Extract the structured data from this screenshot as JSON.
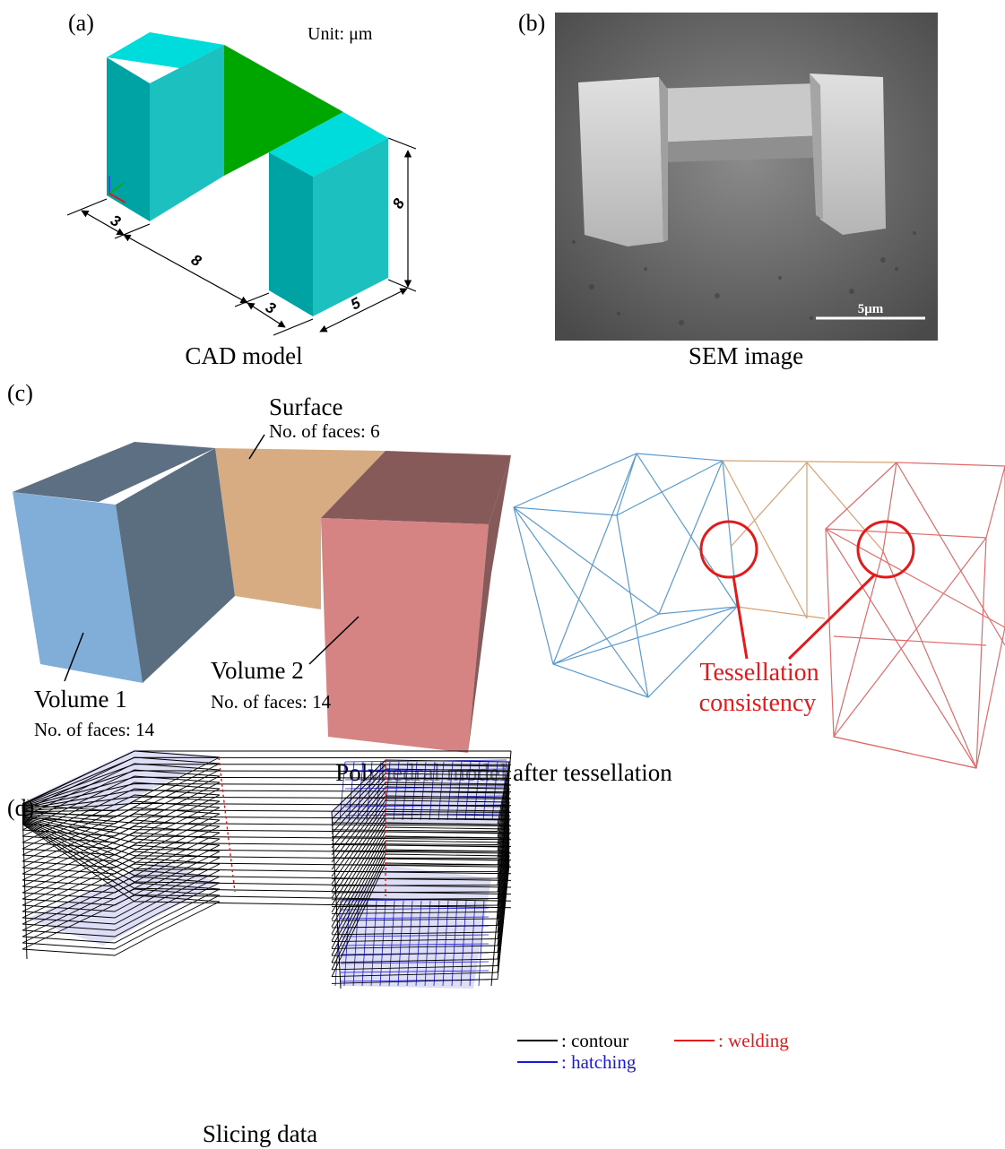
{
  "panels": {
    "a": {
      "label": "(a)",
      "caption": "CAD model",
      "unit": "Unit: μm",
      "dims": {
        "pillar_width_1": "3",
        "gap": "8",
        "pillar_width_2": "3",
        "depth": "5",
        "height": "8"
      }
    },
    "b": {
      "label": "(b)",
      "caption": "SEM image",
      "scalebar": "5μm"
    },
    "c": {
      "label": "(c)",
      "caption": "Polyhedral model after tessellation",
      "surface": {
        "name": "Surface",
        "faces": "No. of faces: 6"
      },
      "volume1": {
        "name": "Volume 1",
        "faces": "No. of faces: 14"
      },
      "volume2": {
        "name": "Volume 2",
        "faces": "No. of faces: 14"
      },
      "tessellation": {
        "line1": "Tessellation",
        "line2": "consistency"
      }
    },
    "d": {
      "label": "(d)",
      "caption": "Slicing data",
      "legend": {
        "contour": ": contour",
        "welding": ": welding",
        "hatching": ": hatching"
      }
    }
  },
  "colors": {
    "pillar_cyan": "#1cc0bf",
    "pillar_top": "#00dcdc",
    "bridge_green": "#00a600",
    "volume1_blue": "#80aed9",
    "volume_dark": "#5b6e80",
    "surface_tan": "#d8ac82",
    "volume2_pink": "#d68384",
    "volume2_dark": "#875a5a",
    "tessellation_red": "#e51919",
    "hatch_blue": "#1a1ad8",
    "welding_red": "#e51919"
  }
}
